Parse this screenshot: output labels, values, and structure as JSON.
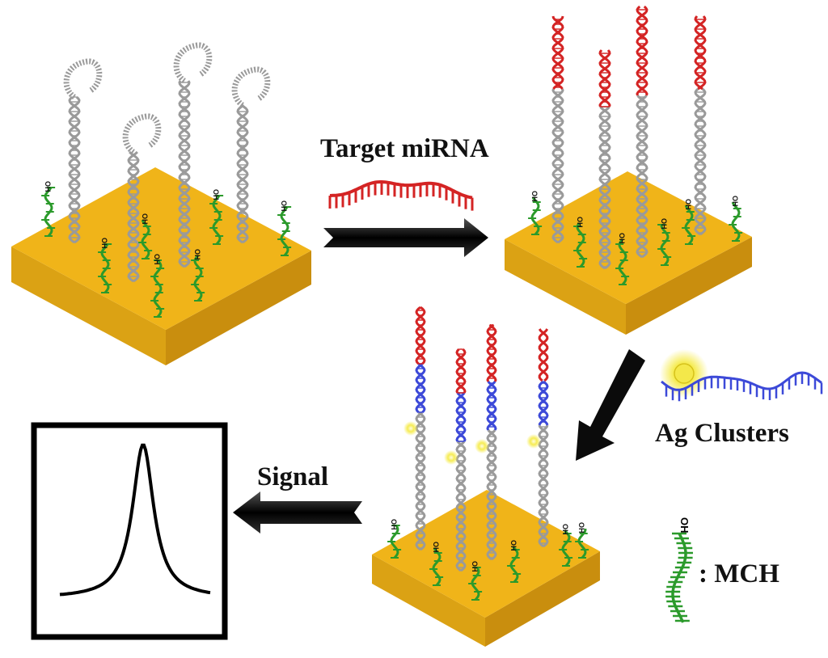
{
  "labels": {
    "target": "Target miRNA",
    "ag_clusters": "Ag Clusters",
    "signal": "Signal",
    "mch": ":  MCH",
    "oh": "OH"
  },
  "colors": {
    "gold": "#f0b419",
    "gold_side": "#c98e0e",
    "gold_front": "#dba214",
    "probe": "#9a9a9a",
    "mirna": "#d42424",
    "ag_strand": "#3c49d8",
    "ag_cluster": "#f4e84a",
    "mch": "#2b9a2b",
    "arrow": "#111111"
  }
}
